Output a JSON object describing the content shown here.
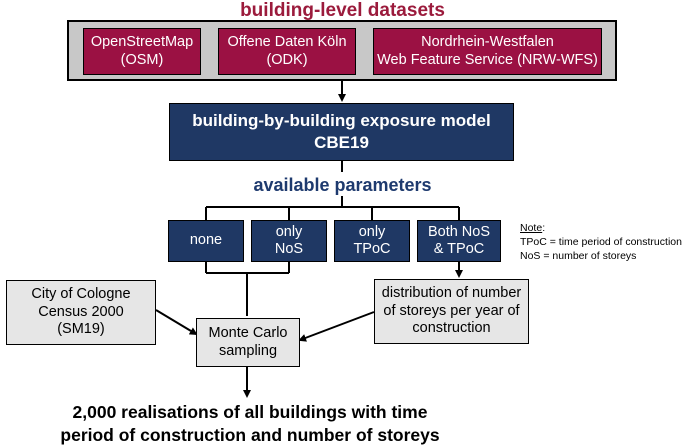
{
  "datasets_title": "building-level datasets",
  "datasets": [
    {
      "line1": "OpenStreetMap",
      "line2": "(OSM)"
    },
    {
      "line1": "Offene Daten Köln",
      "line2": "(ODK)"
    },
    {
      "line1": "Nordrhein-Westfalen",
      "line2": "Web Feature Service (NRW-WFS)"
    }
  ],
  "model": {
    "line1": "building-by-building exposure model",
    "line2": "CBE19"
  },
  "parameters_title": "available parameters",
  "parameters": [
    {
      "line1": "none",
      "line2": ""
    },
    {
      "line1": "only",
      "line2": "NoS"
    },
    {
      "line1": "only",
      "line2": "TPoC"
    },
    {
      "line1": "Both NoS",
      "line2": "& TPoC"
    }
  ],
  "note": {
    "heading": "Note",
    "colon": ":",
    "line1": "TPoC = time period of construction",
    "line2": "NoS = number of storeys"
  },
  "census": {
    "line1": "City of Cologne",
    "line2": "Census 2000",
    "line3": "(SM19)"
  },
  "distribution": {
    "line1": "distribution of number",
    "line2": "of storeys per year of",
    "line3": "construction"
  },
  "monte_carlo": {
    "line1": "Monte Carlo",
    "line2": "sampling"
  },
  "result": {
    "line1": "2,000 realisations of all buildings with time",
    "line2": "period of construction and number of storeys"
  }
}
